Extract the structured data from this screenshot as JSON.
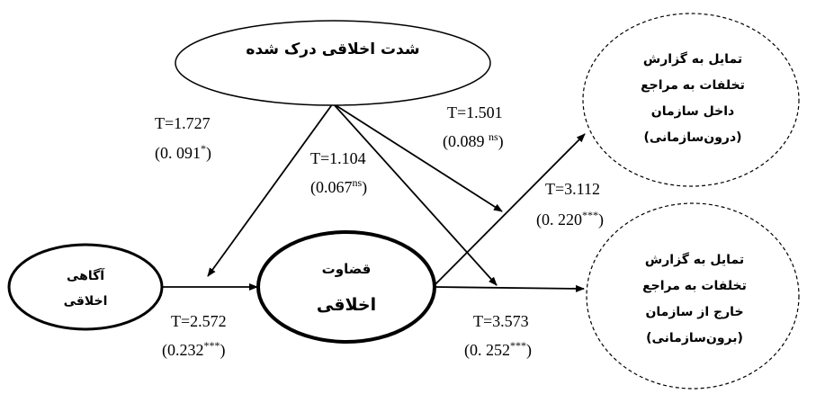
{
  "nodes": {
    "perceived_moral_intensity": {
      "label": "شدت اخلاقی درک شده"
    },
    "moral_awareness": {
      "lines": [
        "آگاهی",
        "اخلاقی"
      ]
    },
    "moral_judgment": {
      "lines": [
        "قضاوت",
        "اخلاقی"
      ]
    },
    "internal_reporting": {
      "lines": [
        "تمایل به گزارش",
        "تخلفات به مراجع",
        "داخل سازمان",
        "(درون‌سازمانی)"
      ]
    },
    "external_reporting": {
      "lines": [
        "تمایل به گزارش",
        "تخلفات به مراجع",
        "خارج از سازمان",
        "(برون‌سازمانی)"
      ]
    }
  },
  "edges": {
    "intensity_to_awareness": {
      "t": "T=1.727",
      "p_open": "(0. 091",
      "sig": "*",
      "p_close": ")"
    },
    "intensity_to_judgment": {
      "t": "T=1.104",
      "p_open": "(0.067",
      "sig": "ns",
      "p_close": ")"
    },
    "intensity_moderation": {
      "t": "T=1.501",
      "p_open": "(0.089 ",
      "sig": "ns",
      "p_close": ")"
    },
    "judgment_to_internal": {
      "t": "T=3.112",
      "p_open": "(0. 220",
      "sig": "***",
      "p_close": ")"
    },
    "awareness_to_judgment": {
      "t": "T=2.572",
      "p_open": "(0.232",
      "sig": "***",
      "p_close": ")"
    },
    "judgment_to_external": {
      "t": "T=3.573",
      "p_open": "(0. 252",
      "sig": "***",
      "p_close": ")"
    }
  }
}
